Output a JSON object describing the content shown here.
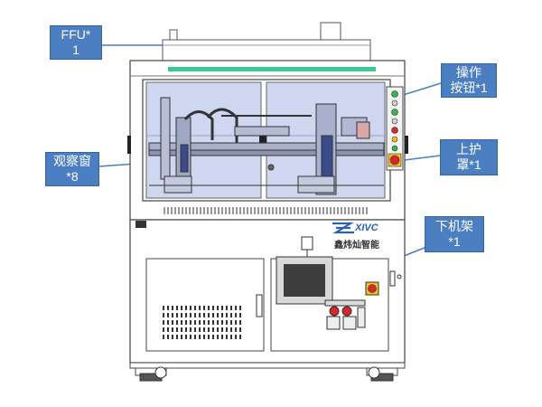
{
  "callouts": {
    "ffu": "FFU*\n1",
    "buttons": "操作\n按钮*1",
    "window": "观察窗\n*8",
    "cover": "上护\n罩*1",
    "frame": "下机架\n*1"
  },
  "brand": {
    "en": "XIVC",
    "cn": "鑫炜灿智能"
  },
  "colors": {
    "callout_fill": "#4c7fc2",
    "glass": "#cfd6ef",
    "frame_line": "#444444",
    "green_strip": "#3cc896",
    "estop_red": "#d8262b"
  }
}
